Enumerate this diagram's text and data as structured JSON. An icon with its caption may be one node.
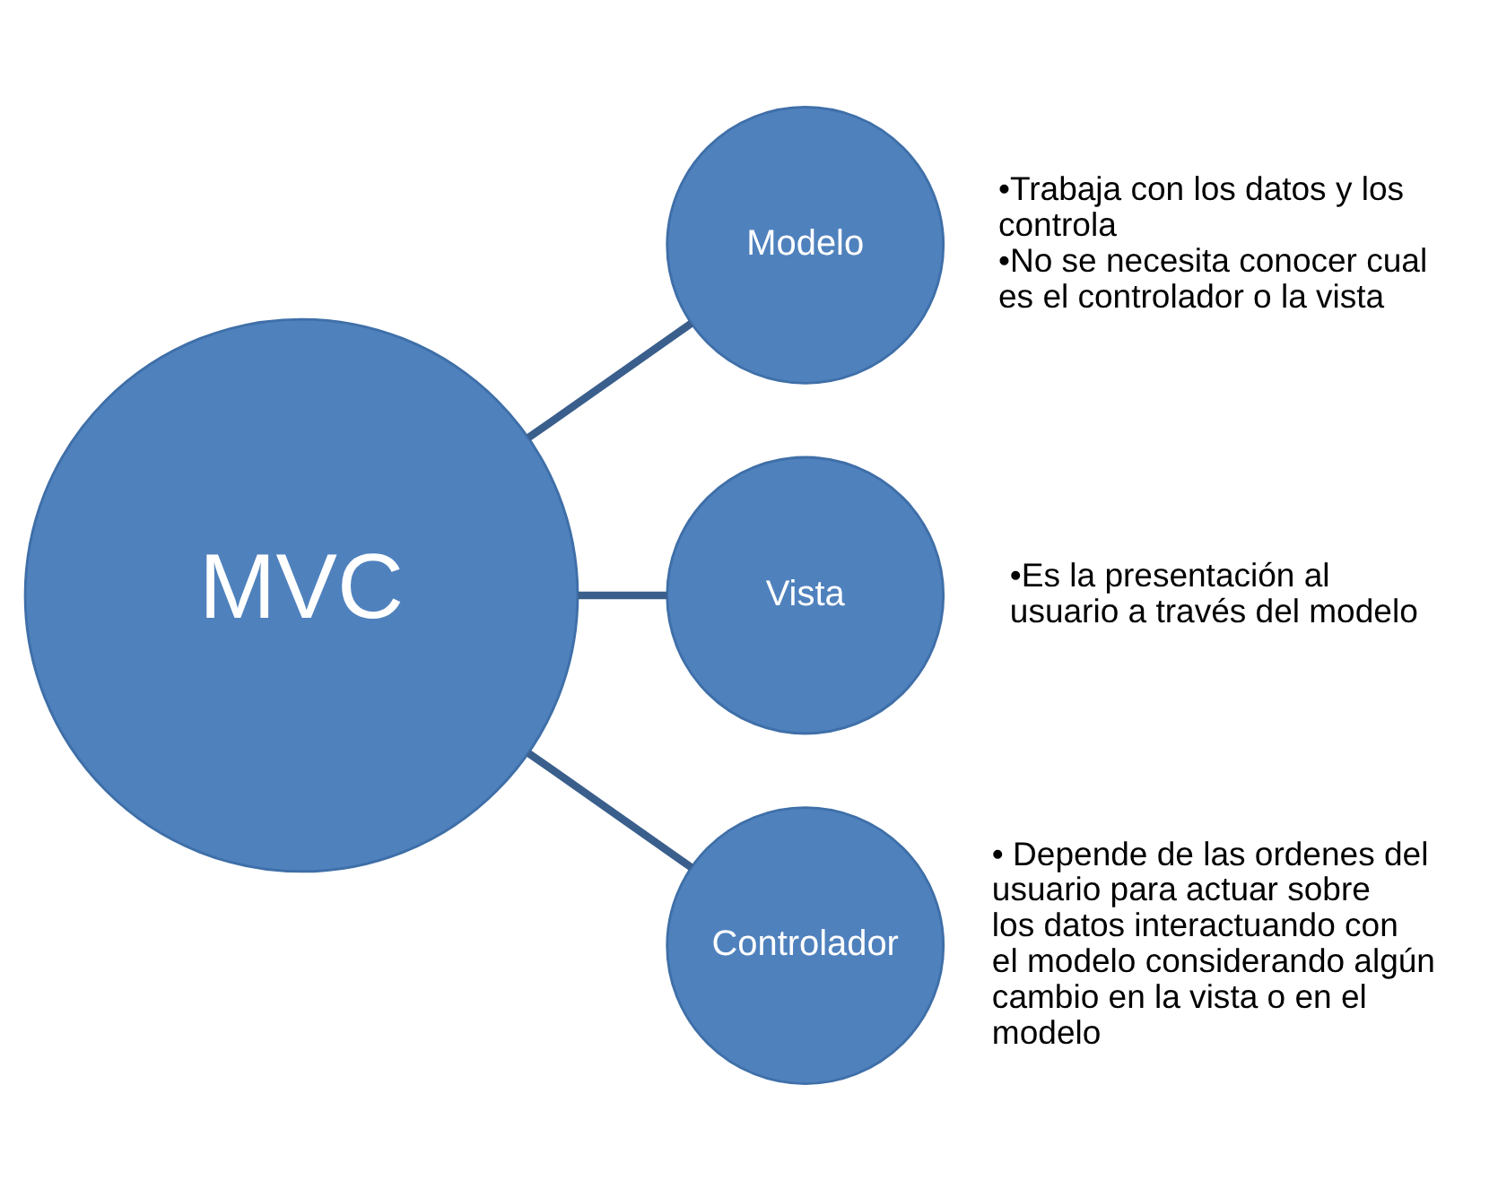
{
  "diagram": {
    "nodes": [
      {
        "text": [
          "MVC"
        ]
      },
      {
        "text": [
          "Modelo"
        ],
        "beside": [
          "•Trabaja con los datos y los controla",
          "•No se necesita conocer cual es el controlador o la vista"
        ]
      },
      {
        "text": [
          "Vista"
        ],
        "beside": [
          "•Es la presentación al usuario a través del modelo"
        ]
      },
      {
        "text": [
          "Controlador"
        ],
        "beside": [
          "• Depende de las ordenes del usuario para actuar sobre los datos interactuando con el modelo considerando algún cambio en la vista o en el modelo"
        ]
      }
    ],
    "edges": [
      {
        "from": 0,
        "to": 1,
        "arrow": "none"
      },
      {
        "from": 0,
        "to": 2,
        "arrow": "none"
      },
      {
        "from": 0,
        "to": 3,
        "arrow": "none"
      }
    ]
  }
}
